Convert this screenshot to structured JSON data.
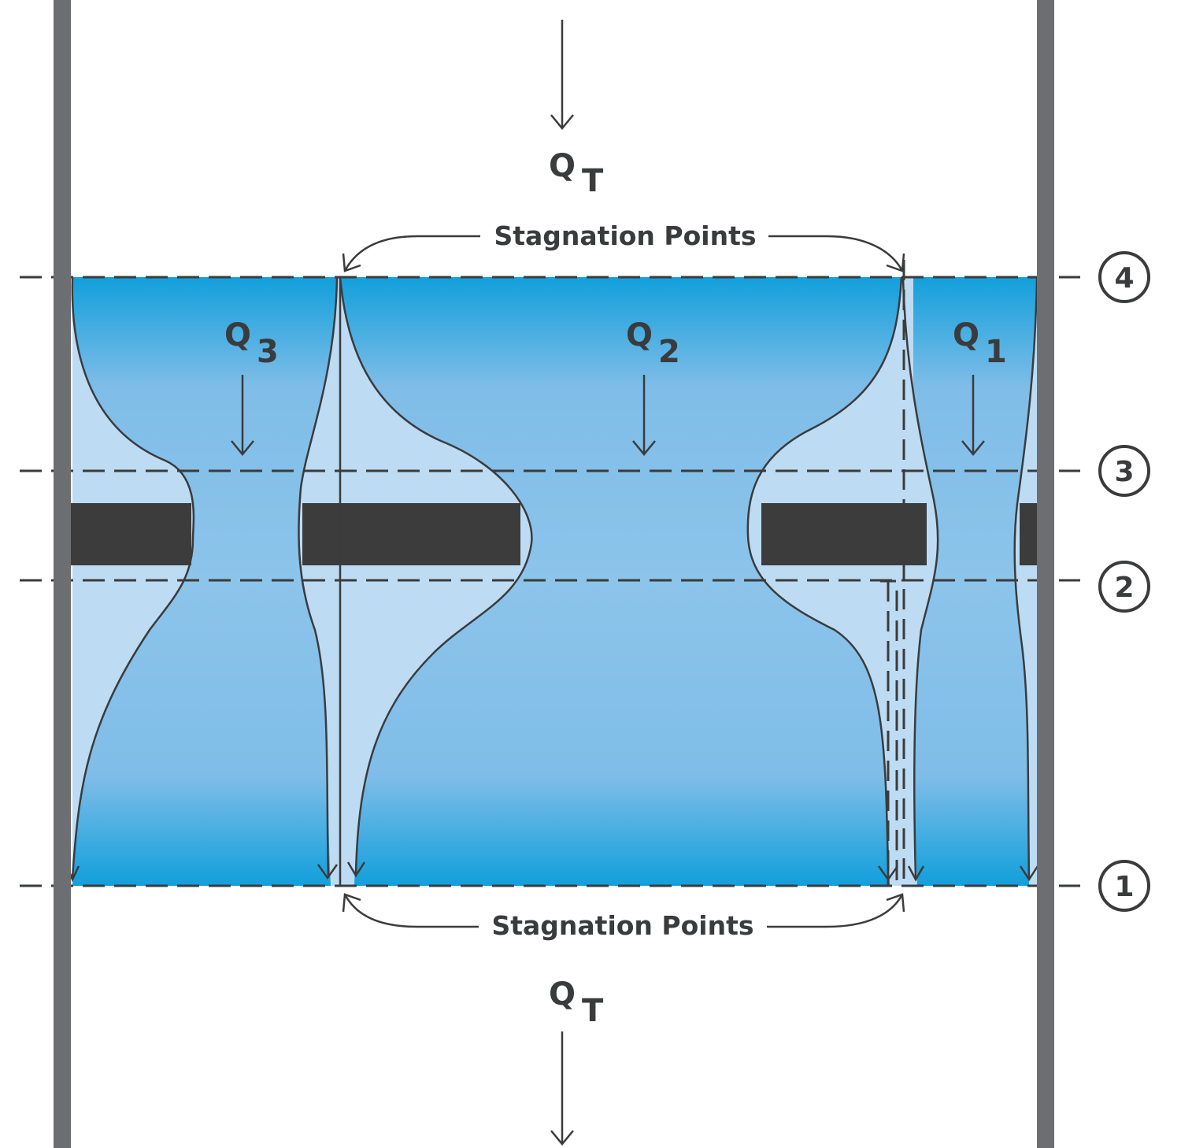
{
  "flow": {
    "top_label": "Q",
    "top_subscript": "T",
    "bottom_label": "Q",
    "bottom_subscript": "T"
  },
  "regions": [
    {
      "label": "Q",
      "subscript": "3"
    },
    {
      "label": "Q",
      "subscript": "2"
    },
    {
      "label": "Q",
      "subscript": "1"
    }
  ],
  "stagnation": {
    "top_label": "Stagnation Points",
    "bottom_label": "Stagnation Points"
  },
  "levels": [
    {
      "label": "4"
    },
    {
      "label": "3"
    },
    {
      "label": "2"
    },
    {
      "label": "1"
    }
  ],
  "colors": {
    "wall": "#6d6e71",
    "ink": "#3a3b3d",
    "fluid_edge": "#129fdb",
    "fluid_mid": "#85c1e9",
    "fluid_light": "#bddcf3",
    "baffle": "#3c3c3d"
  }
}
